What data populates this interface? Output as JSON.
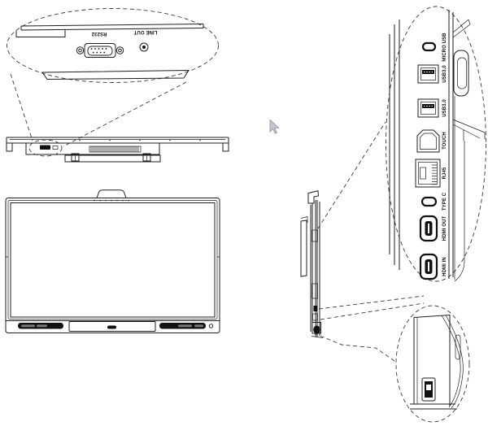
{
  "page": {
    "background": "#ffffff",
    "line_color": "#1f1f1f"
  },
  "bottom_panel_callout": {
    "rs232_label": "RS232",
    "line_out_label": "LINE OUT"
  },
  "side_panel_callout": {
    "ports": [
      {
        "label": "MICRO USB"
      },
      {
        "label": "USB3.0"
      },
      {
        "label": "USB3.0"
      },
      {
        "label": "TOUCH"
      },
      {
        "label": "RJ45"
      },
      {
        "label": "TYPE C"
      },
      {
        "label": "HDMI OUT"
      },
      {
        "label": "HDMI IN"
      }
    ]
  }
}
